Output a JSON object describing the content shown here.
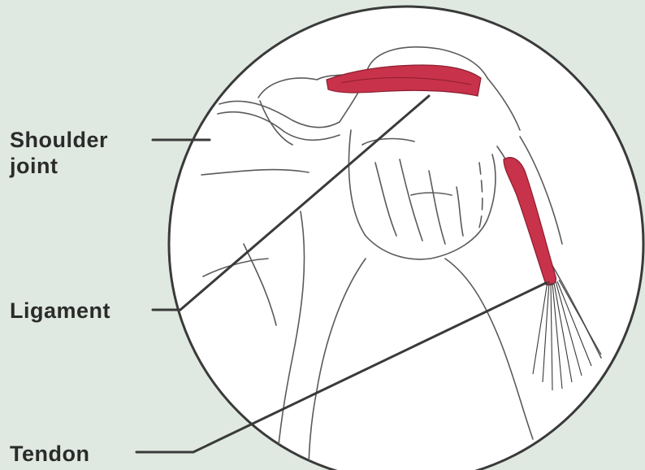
{
  "diagram": {
    "labels": {
      "shoulder_line1": "Shoulder",
      "shoulder_line2": "joint",
      "ligament": "Ligament",
      "tendon": "Tendon"
    },
    "colors": {
      "background": "#dfe9e1",
      "circle_fill": "#ffffff",
      "outline": "#3a3a3a",
      "tissue_red": "#c8324a",
      "label_text": "#2b2b2b"
    }
  }
}
